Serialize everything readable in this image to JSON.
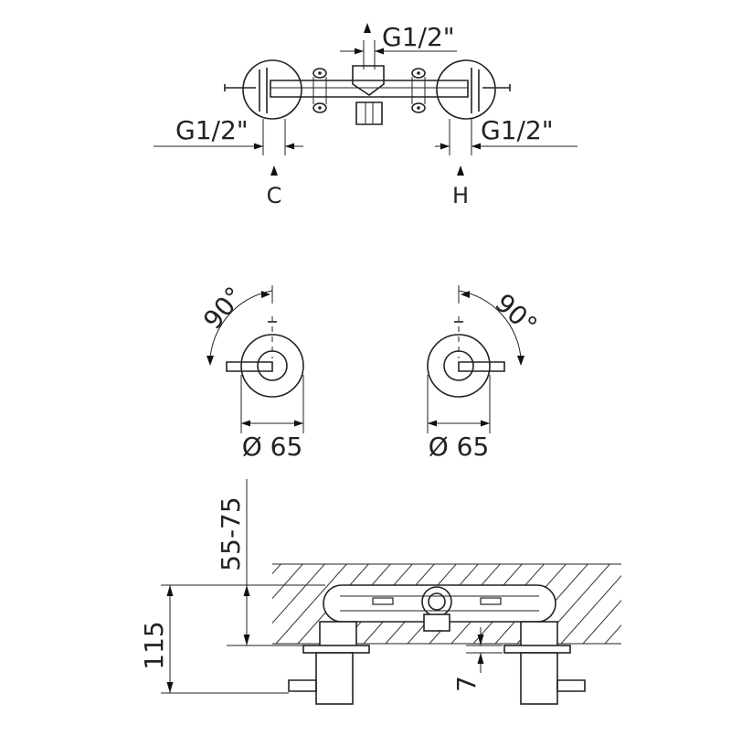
{
  "top_view": {
    "thread_top": "G1/2\"",
    "thread_left": "G1/2\"",
    "thread_right": "G1/2\"",
    "label_cold": "C",
    "label_hot": "H"
  },
  "front_view": {
    "rotation_left": "90°",
    "rotation_right": "90°",
    "diameter_left": "Ø 65",
    "diameter_right": "Ø 65"
  },
  "section_view": {
    "depth_range": "55-75",
    "height": "115",
    "offset": "7"
  }
}
